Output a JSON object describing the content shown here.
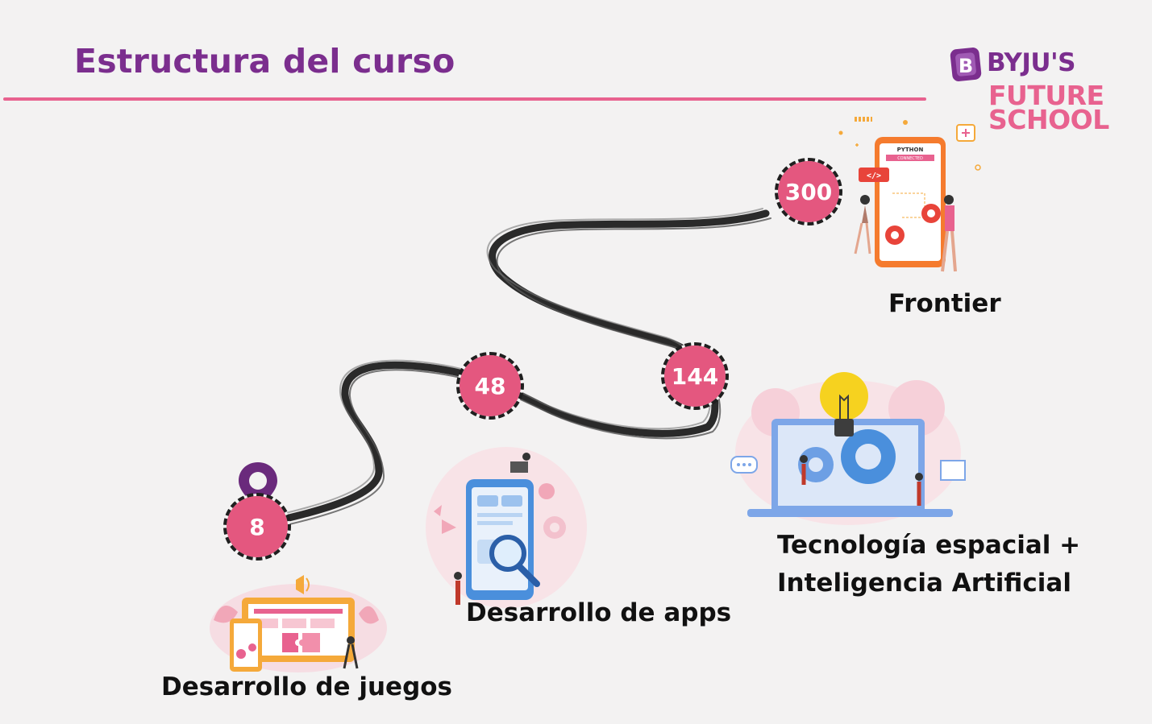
{
  "title": "Estructura del curso",
  "logo": {
    "badge_letter": "B",
    "brand": "BYJU'S",
    "line1": "FUTURE",
    "line2": "SCHOOL"
  },
  "milestones": [
    {
      "value": "8",
      "label": "Desarrollo de juegos",
      "icon": "map-pin-icon"
    },
    {
      "value": "48",
      "label": "Desarrollo de apps"
    },
    {
      "value": "144",
      "label_line1": "Tecnología espacial +",
      "label_line2": "Inteligencia Artificial"
    },
    {
      "value": "300",
      "label": "Frontier"
    }
  ],
  "illustrations": {
    "frontier": {
      "tag_top": "PYTHON",
      "tag_bottom": "CONNECTED",
      "code": "</>"
    }
  },
  "colors": {
    "purple": "#7b2e8e",
    "pink": "#e8628f",
    "milestone": "#e4577f",
    "road": "#1f1f1f"
  }
}
